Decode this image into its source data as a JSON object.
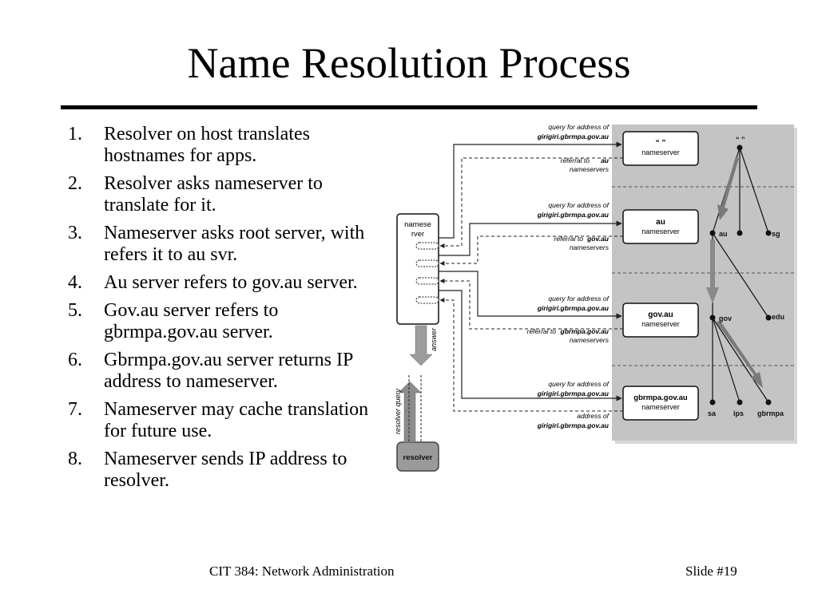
{
  "slide": {
    "title": "Name Resolution Process",
    "steps": [
      {
        "num": "1.",
        "text": "Resolver on host translates hostnames for apps."
      },
      {
        "num": "2.",
        "text": "Resolver asks nameserver to translate for it."
      },
      {
        "num": "3.",
        "text": "Nameserver asks root server, with refers it to au svr."
      },
      {
        "num": "4.",
        "text": "Au server refers to gov.au server."
      },
      {
        "num": "5.",
        "text": "Gov.au server refers to gbrmpa.gov.au server."
      },
      {
        "num": "6.",
        "text": "Gbrmpa.gov.au server returns IP address to nameserver."
      },
      {
        "num": "7.",
        "text": "Nameserver may cache translation for future use."
      },
      {
        "num": "8.",
        "text": "Nameserver sends IP address to resolver."
      }
    ],
    "footer": {
      "course": "CIT 384: Network Administration",
      "slide_number": "Slide #19"
    }
  },
  "diagram": {
    "local_nameserver": {
      "line1": "namese",
      "line2": "rver"
    },
    "resolver": "resolver",
    "resolver_query": "resolver query",
    "answer": "answer",
    "servers": [
      {
        "name": "“ ”",
        "sub": "nameserver"
      },
      {
        "name": "au",
        "sub": "nameserver"
      },
      {
        "name": "gov.au",
        "sub": "nameserver"
      },
      {
        "name": "gbrmpa.gov.au",
        "sub": "nameserver"
      }
    ],
    "messages": {
      "query1": "query for address of",
      "query1b": "girigiri.gbrmpa.gov.au",
      "ref1a": "referral to",
      "ref1b": "au",
      "ref1c": "nameservers",
      "query2": "query for address of",
      "query2b": "girigiri.gbrmpa.gov.au",
      "ref2a": "referral to",
      "ref2b": "gov.au",
      "ref2c": "nameservers",
      "query3": "query for address of",
      "query3b": "girigiri.gbrmpa.gov.au",
      "ref3a": "referral to",
      "ref3b": "gbrmpa.gov.au",
      "ref3c": "nameservers",
      "query4": "query for address of",
      "query4b": "girigiri.gbrmpa.gov.au",
      "ans1": "address of",
      "ans2": "girigiri.gbrmpa.gov.au"
    },
    "tree": {
      "root": "“ ”",
      "au": "au",
      "sg": "sg",
      "gov": "gov",
      "edu": "edu",
      "sa": "sa",
      "ips": "ips",
      "gbrmpa": "gbrmpa"
    }
  }
}
